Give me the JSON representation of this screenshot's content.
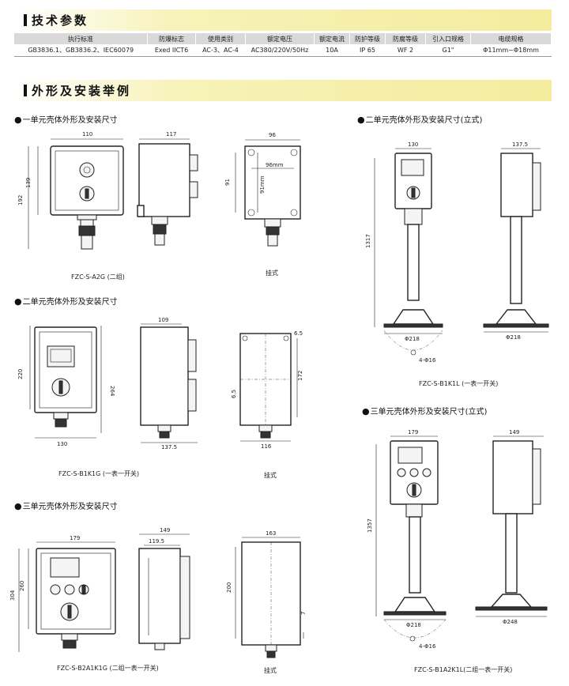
{
  "sections": {
    "tech": "技术参数",
    "install": "外形及安装举例"
  },
  "spec_table": {
    "headers": [
      "执行标准",
      "防爆标志",
      "使用类别",
      "额定电压",
      "额定电流",
      "防护等级",
      "防腐等级",
      "引入口规格",
      "电缆规格"
    ],
    "row": [
      "GB3836.1、GB3836.2、IEC60079",
      "Exed IICT6",
      "AC-3、AC-4",
      "AC380/220V/50Hz",
      "10A",
      "IP 65",
      "WF 2",
      "G1\"",
      "Φ11mm~Φ18mm"
    ]
  },
  "groups": {
    "g1": {
      "title": "一单元壳体外形及安装尺寸",
      "model": "FZC-S-A2G (二组)",
      "mount": "挂式",
      "dims": {
        "w": "110",
        "h": "139",
        "total": "192",
        "depth": "117",
        "mw": "96",
        "mw_in": "96mm",
        "mh": "91",
        "mh_in": "91mm"
      }
    },
    "g2": {
      "title": "二单元壳体外形及安装尺寸",
      "model": "FZC-S-B1K1G (一表一开关)",
      "mount": "挂式",
      "dims": {
        "w": "130",
        "h": "220",
        "total": "264",
        "depth_top": "109",
        "depth": "137.5",
        "mw": "116",
        "mh": "172",
        "m1": "6.5",
        "m2": "6.5"
      }
    },
    "g3": {
      "title": "三单元壳体外形及安装尺寸",
      "model": "FZC-S-B2A1K1G (二组一表一开关)",
      "mount": "挂式",
      "dims": {
        "w": "179",
        "h": "260",
        "total": "304",
        "depth_top": "149",
        "depth": "119.5",
        "mw": "163",
        "mh": "200",
        "m1": "7"
      }
    },
    "g4": {
      "title": "二单元壳体外形及安装尺寸(立式)",
      "model": "FZC-S-B1K1L (一表一开关)",
      "dims": {
        "w": "130",
        "depth": "137.5",
        "height": "1317",
        "base": "Φ218",
        "base2": "Φ218",
        "holes": "4-Φ16"
      }
    },
    "g5": {
      "title": "三单元壳体外形及安装尺寸(立式)",
      "model": "FZC-S-B1A2K1L(二组一表一开关)",
      "dims": {
        "w": "179",
        "depth": "149",
        "height": "1357",
        "base": "Φ218",
        "base2": "Φ248",
        "holes": "4-Φ16"
      }
    }
  }
}
